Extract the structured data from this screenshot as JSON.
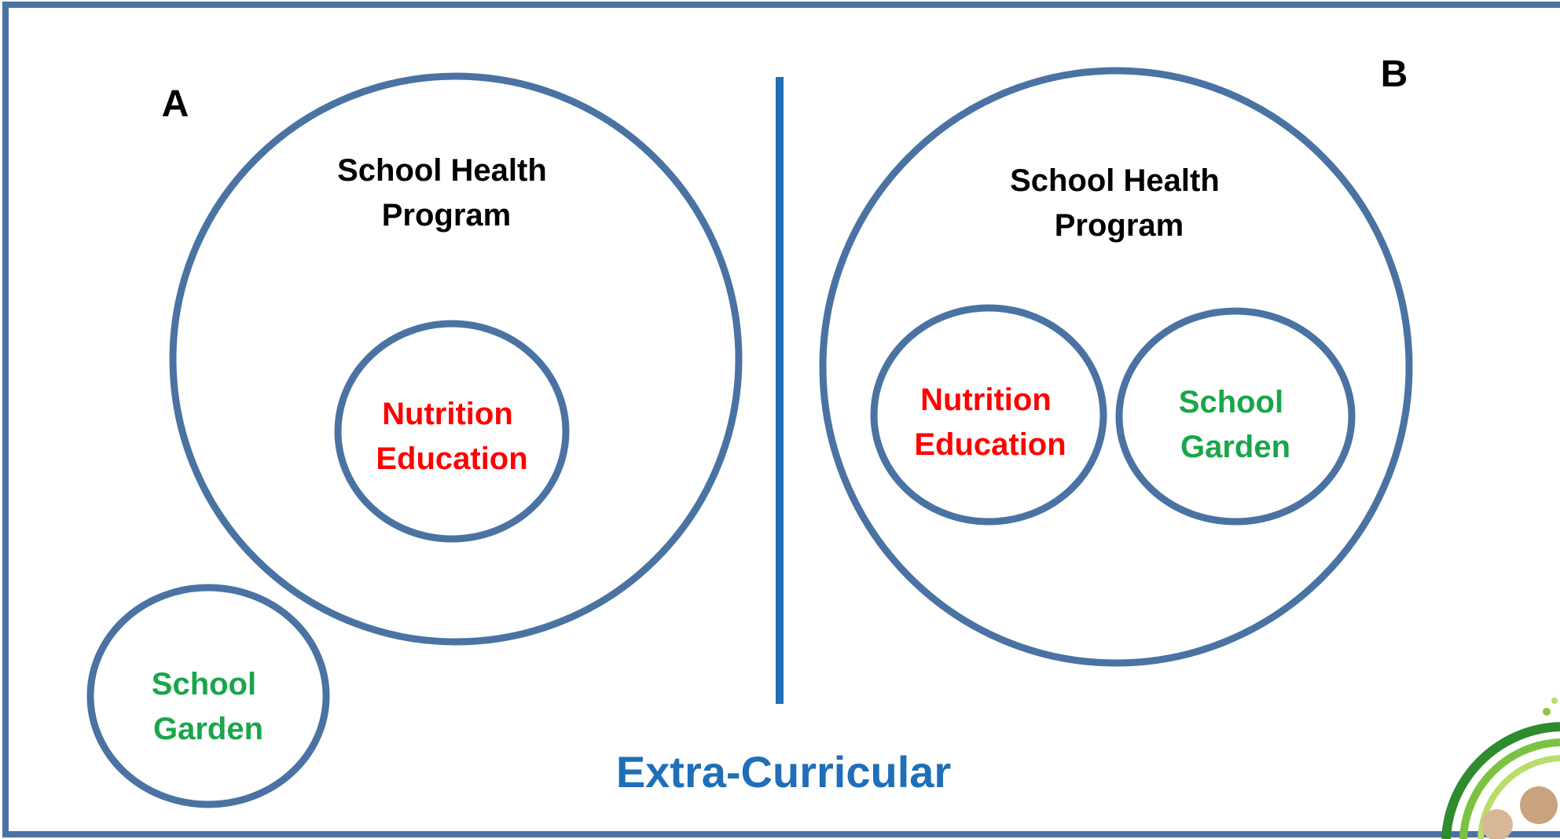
{
  "panel_a": {
    "letter": "A",
    "outer_label": [
      "School Health",
      "Program"
    ],
    "inner_label": [
      "Nutrition",
      "Education"
    ],
    "outside_label": [
      "School",
      "Garden"
    ]
  },
  "panel_b": {
    "letter": "B",
    "outer_label": [
      "School Health",
      "Program"
    ],
    "inner_left_label": [
      "Nutrition",
      "Education"
    ],
    "inner_right_label": [
      "School",
      "Garden"
    ]
  },
  "footer": {
    "caption": "Extra-Curricular"
  },
  "colors": {
    "ring": "#4a73a3",
    "frame": "#4a73a3",
    "divider": "#1f6eb8",
    "caption": "#1f6eb8",
    "nutrition": "#ff0000",
    "garden": "#19a64a"
  }
}
